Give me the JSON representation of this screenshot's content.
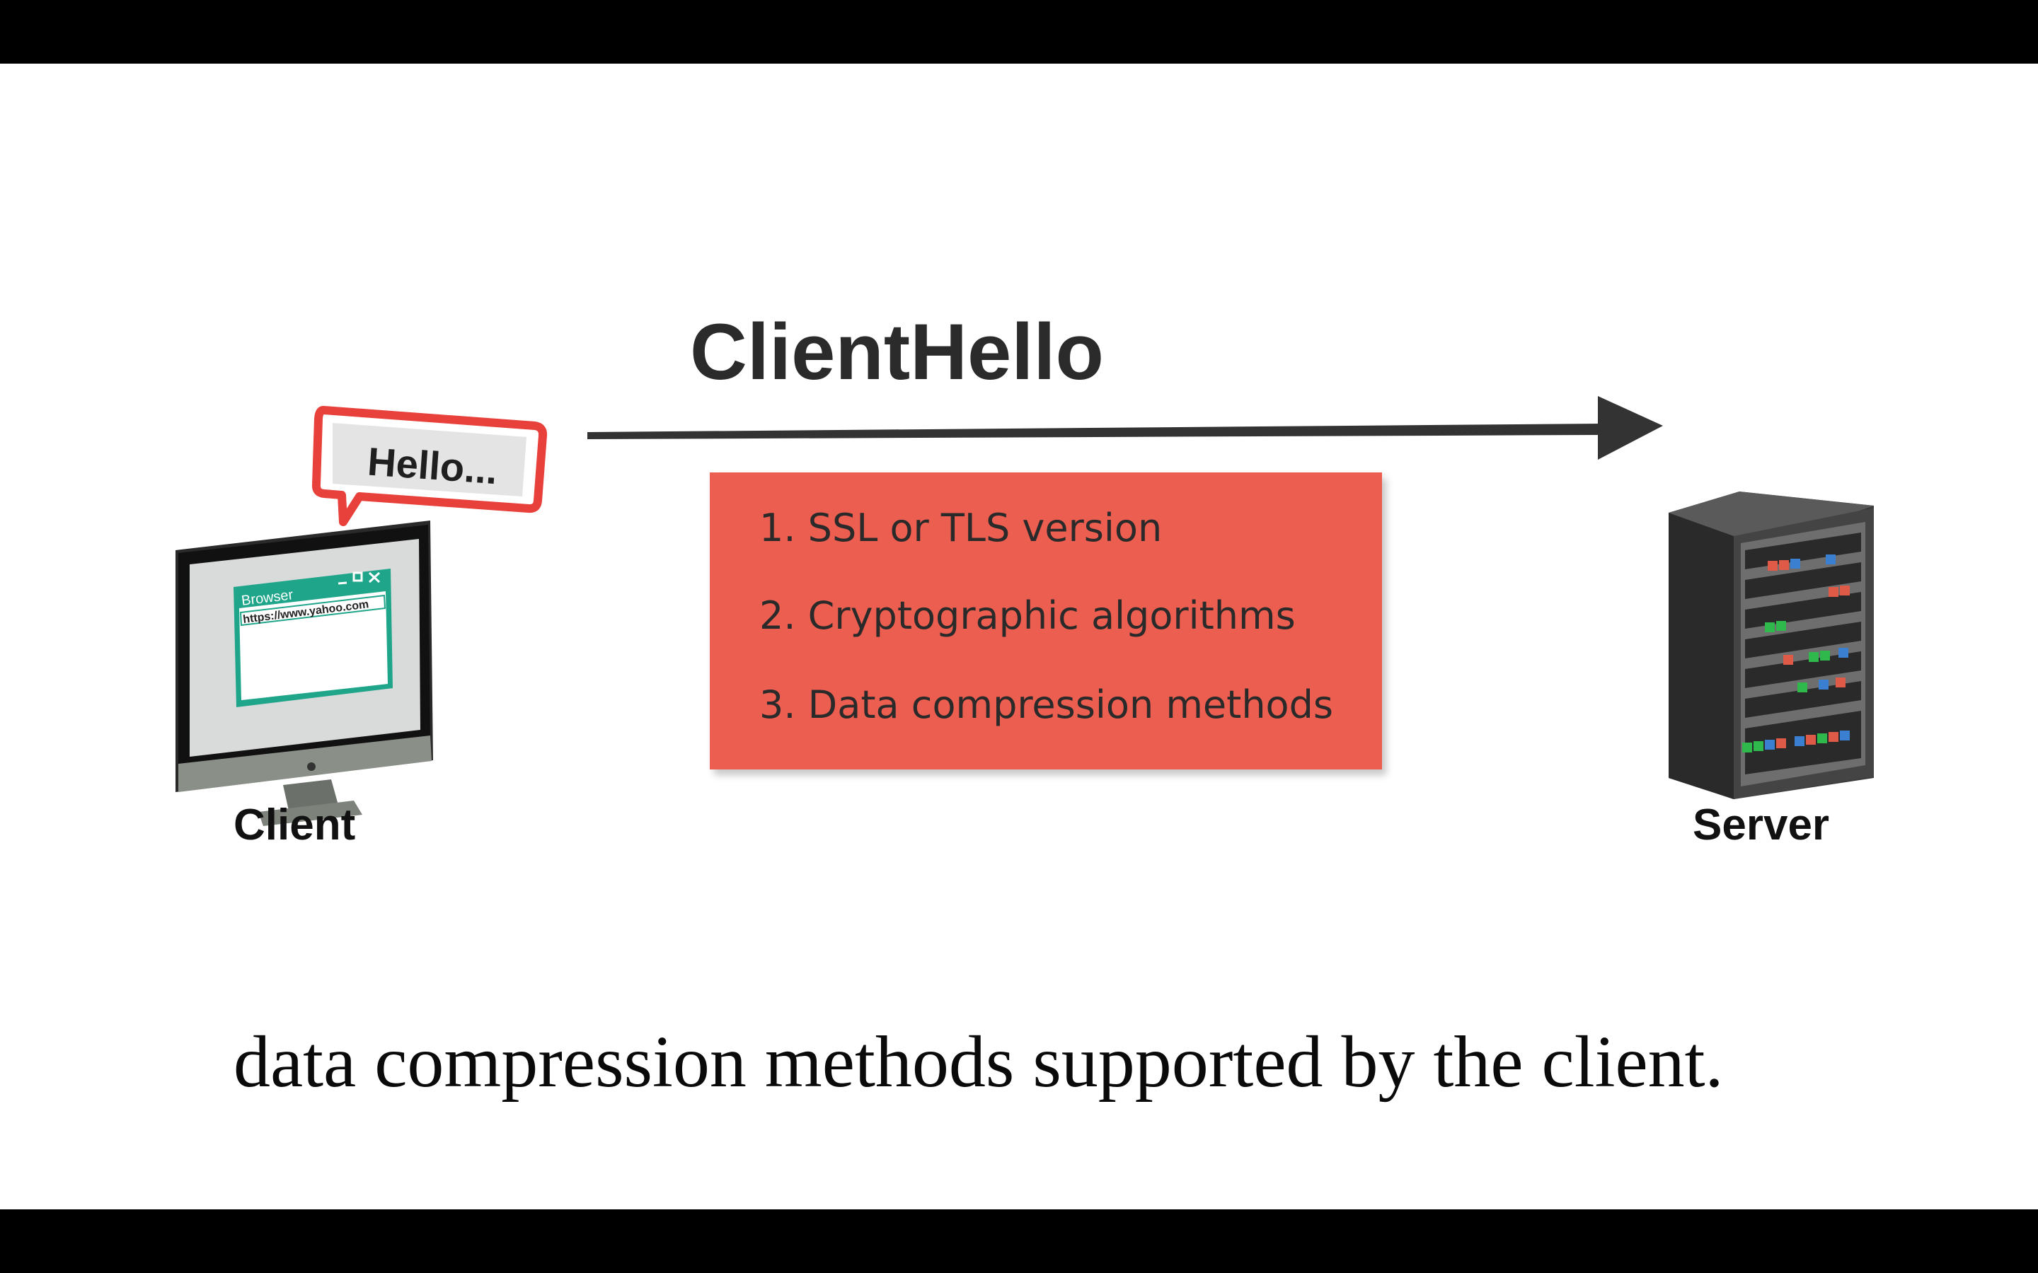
{
  "diagram": {
    "title": "ClientHello",
    "bubble_text": "Hello...",
    "browser": {
      "window_title": "Browser",
      "address": "https://www.yahoo.com"
    },
    "items": [
      "1. SSL or TLS version",
      "2. Cryptographic algorithms",
      "3. Data compression methods"
    ],
    "client_label": "Client",
    "server_label": "Server"
  },
  "caption": "data compression methods supported by the client.",
  "colors": {
    "box": "#ec5e50",
    "arrow": "#333333",
    "bubble_border": "#e8403a",
    "browser_accent": "#1fa58a"
  },
  "icons": [
    "monitor-icon",
    "speech-bubble-icon",
    "server-rack-icon",
    "arrow-right-icon"
  ]
}
